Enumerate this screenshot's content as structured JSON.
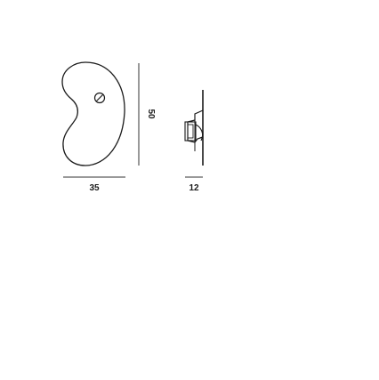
{
  "drawing": {
    "dimensions": {
      "width": "35",
      "height": "50",
      "depth": "12"
    },
    "colors": {
      "line": "#1a1a1a",
      "dimension_line": "#333333",
      "background": "#ffffff"
    }
  }
}
